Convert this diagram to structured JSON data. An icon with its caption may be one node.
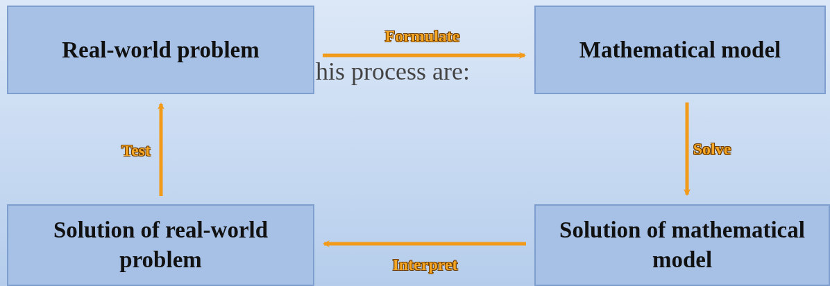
{
  "diagram": {
    "nodes": [
      {
        "text": [
          "Real-world problem"
        ]
      },
      {
        "text": [
          "Mathematical model"
        ]
      },
      {
        "text": [
          "Solution of real-world problem"
        ]
      },
      {
        "text": [
          "Solution of mathematical model"
        ]
      }
    ],
    "edges": [
      {
        "from": 0,
        "to": 1,
        "arrow": "to",
        "label": "Formulate"
      },
      {
        "from": 1,
        "to": 3,
        "arrow": "to",
        "label": "Solve"
      },
      {
        "from": 3,
        "to": 2,
        "arrow": "to",
        "label": "Interpret"
      },
      {
        "from": 2,
        "to": 0,
        "arrow": "to",
        "label": "Test"
      }
    ],
    "labels": [
      "his process are:"
    ]
  }
}
